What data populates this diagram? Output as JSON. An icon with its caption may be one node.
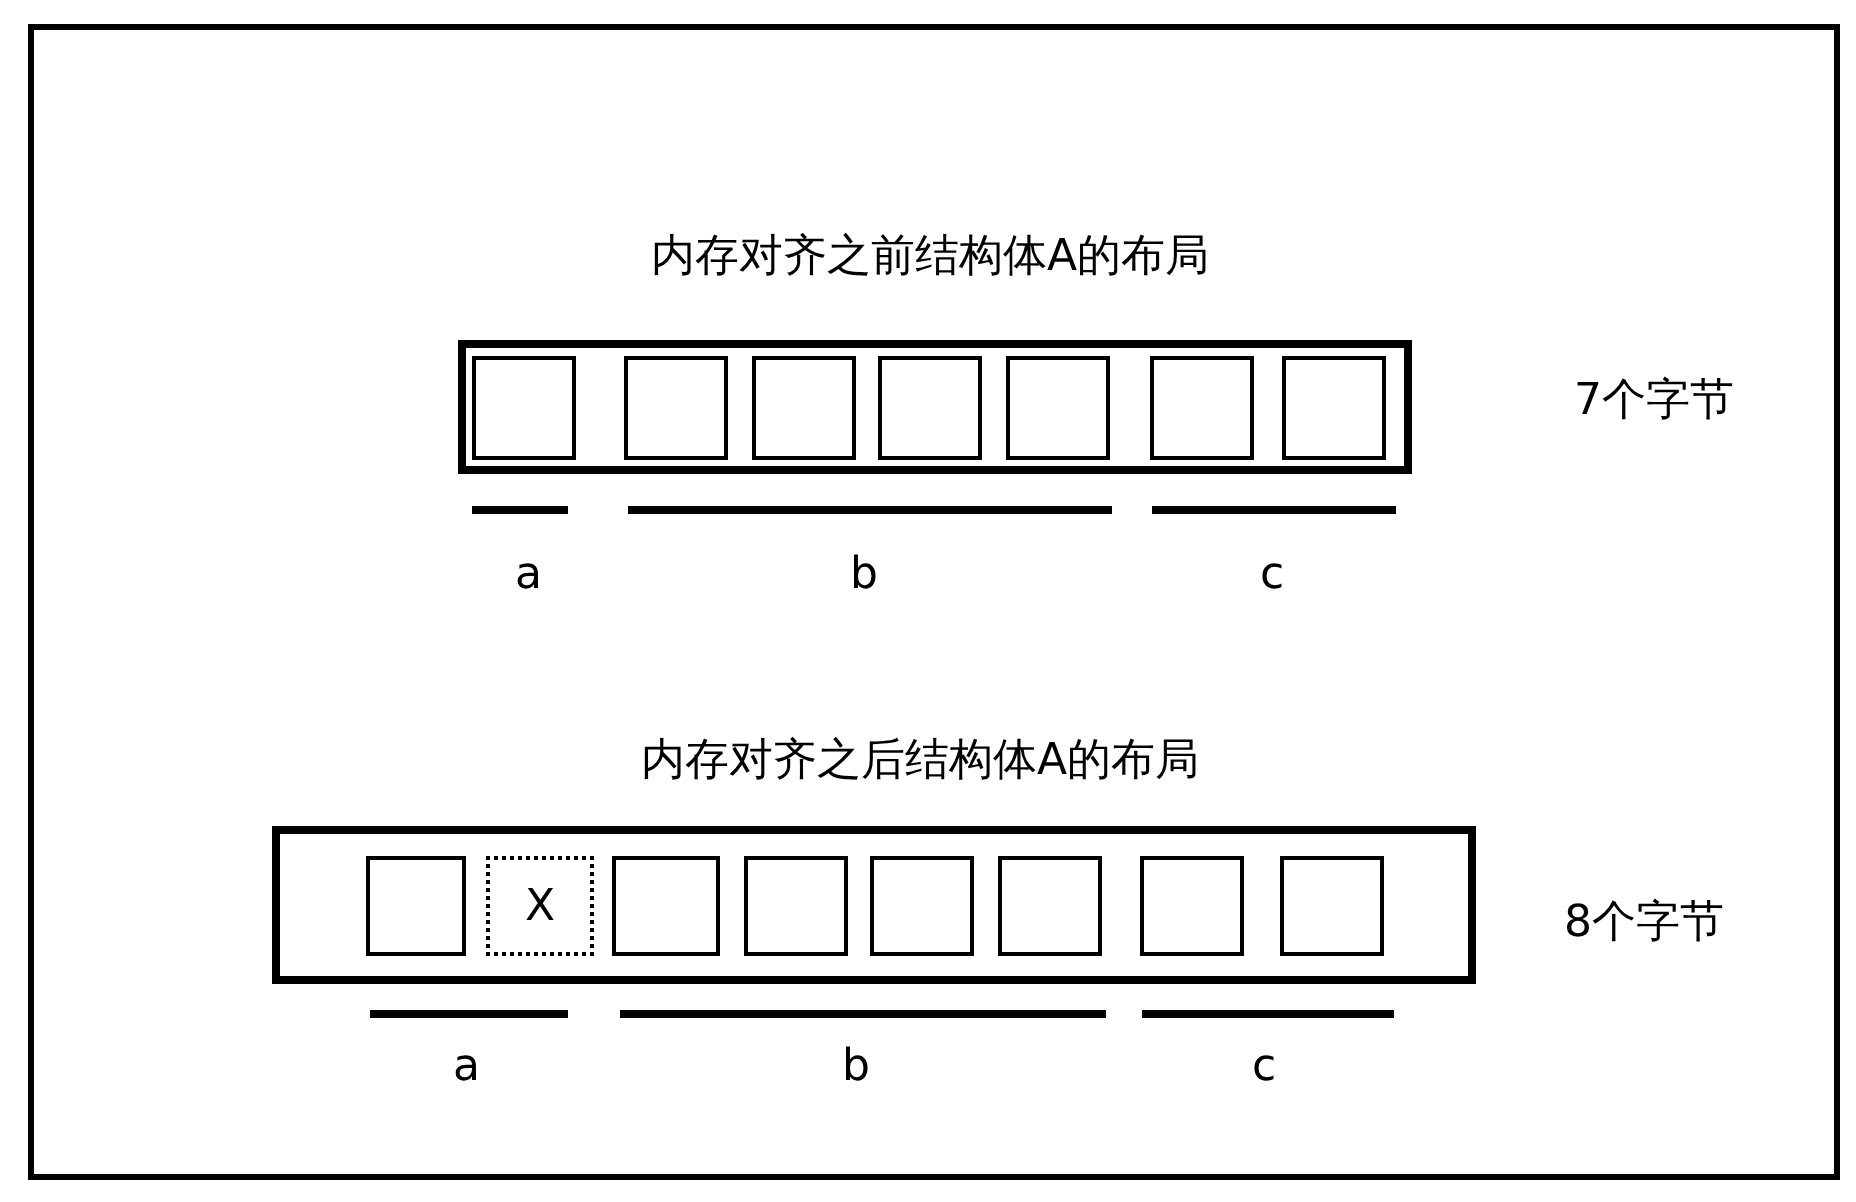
{
  "diagram": {
    "nodes": [
      {
        "text": [
          "内存对齐之前结构体A的布局"
        ],
        "beside": [
          "7个字节"
        ]
      },
      {
        "text": [],
        "shape": "box",
        "in": 0
      },
      {
        "text": [],
        "shape": "box",
        "in": 0
      },
      {
        "text": [],
        "shape": "box",
        "in": 0
      },
      {
        "text": [],
        "shape": "box",
        "in": 0
      },
      {
        "text": [],
        "shape": "box",
        "in": 0
      },
      {
        "text": [],
        "shape": "box",
        "in": 0
      },
      {
        "text": [],
        "shape": "box",
        "in": 0
      },
      {
        "text": [
          "内存对齐之后结构体A的布局"
        ],
        "beside": [
          "8个字节"
        ]
      },
      {
        "text": [],
        "shape": "box",
        "in": 8
      },
      {
        "text": [
          "X"
        ],
        "in": 8
      },
      {
        "text": [],
        "shape": "box",
        "in": 8
      },
      {
        "text": [],
        "shape": "box",
        "in": 8
      },
      {
        "text": [],
        "shape": "box",
        "in": 8
      },
      {
        "text": [],
        "shape": "box",
        "in": 8
      },
      {
        "text": [],
        "shape": "box",
        "in": 8
      },
      {
        "text": [],
        "shape": "box",
        "in": 8
      }
    ],
    "labels": [
      "a",
      "b",
      "c",
      "a",
      "b",
      "c"
    ]
  }
}
